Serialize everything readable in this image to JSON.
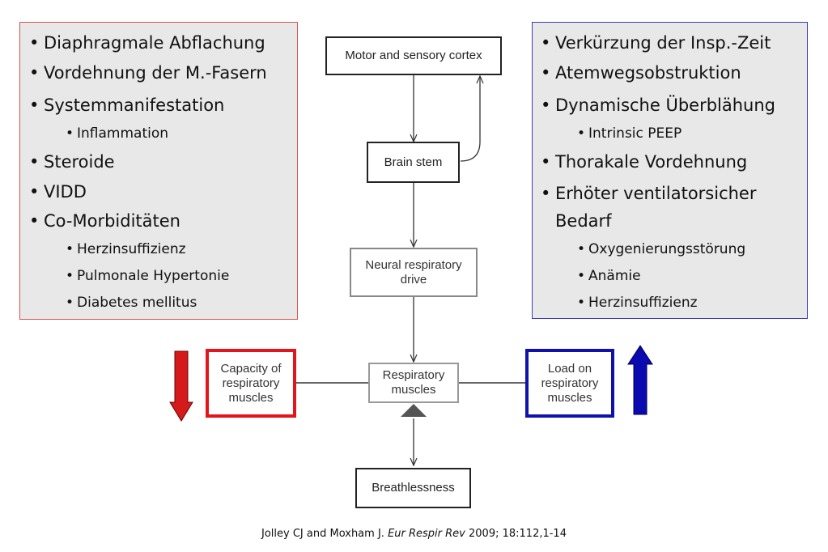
{
  "left_list": {
    "items": [
      {
        "text": "Diaphragmale Abflachung",
        "level": 1
      },
      {
        "text": "Vordehnung der M.-Fasern",
        "level": 1
      },
      {
        "text": "Systemmanifestation",
        "level": 1
      },
      {
        "text": "Inflammation",
        "level": 2
      },
      {
        "text": "Steroide",
        "level": 1
      },
      {
        "text": "VIDD",
        "level": 1
      },
      {
        "text": "Co-Morbiditäten",
        "level": 1
      },
      {
        "text": "Herzinsuffizienz",
        "level": 2
      },
      {
        "text": "Pulmonale Hypertonie",
        "level": 2
      },
      {
        "text": "Diabetes mellitus",
        "level": 2
      }
    ]
  },
  "right_list": {
    "items": [
      {
        "text": "Verkürzung der Insp.-Zeit",
        "level": 1
      },
      {
        "text": "Atemwegsobstruktion",
        "level": 1
      },
      {
        "text": "Dynamische Überblähung",
        "level": 1
      },
      {
        "text": "Intrinsic PEEP",
        "level": 2
      },
      {
        "text": "Thorakale Vordehnung",
        "level": 1
      },
      {
        "text": "Erhöter ventilatorsicher",
        "level": 1
      },
      {
        "text": "Bedarf",
        "level": 0
      },
      {
        "text": "Oxygenierungsstörung",
        "level": 2
      },
      {
        "text": "Anämie",
        "level": 2
      },
      {
        "text": "Herzinsuffizienz",
        "level": 2
      }
    ]
  },
  "flow": {
    "cortex": "Motor and sensory cortex",
    "brainstem": "Brain stem",
    "neural_l1": "Neural respiratory",
    "neural_l2": "drive",
    "resp_l1": "Respiratory",
    "resp_l2": "muscles",
    "capacity_l1": "Capacity of",
    "capacity_l2": "respiratory",
    "capacity_l3": "muscles",
    "load_l1": "Load on",
    "load_l2": "respiratory",
    "load_l3": "muscles",
    "breath": "Breathlessness"
  },
  "citation": {
    "authors": "Jolley CJ and Moxham J. ",
    "journal": "Eur Respir Rev",
    "details": " 2009; 18:112,1-14"
  },
  "colors": {
    "capacity": "#e3141b",
    "load": "#1010b0",
    "down_arrow": "#d41a1a",
    "up_arrow": "#0a0ab0"
  }
}
